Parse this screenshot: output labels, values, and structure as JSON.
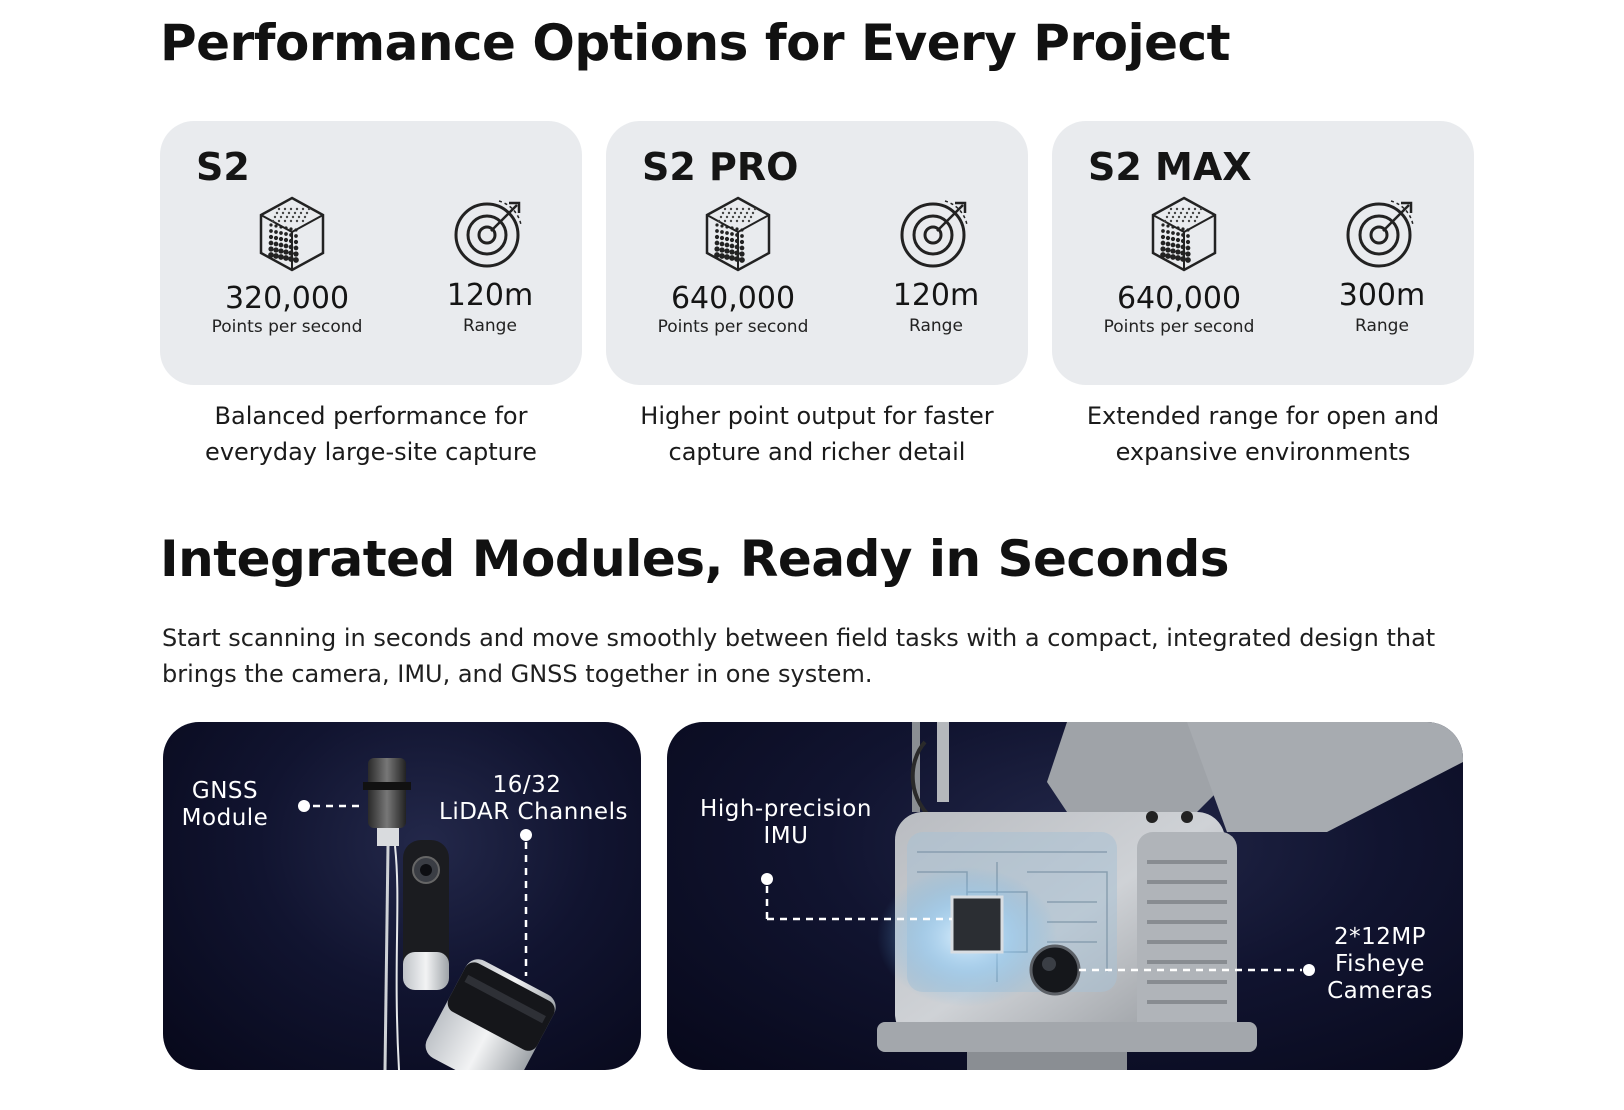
{
  "sections": {
    "performance": {
      "title": "Performance Options for Every Project"
    },
    "modules": {
      "title": "Integrated Modules, Ready in Seconds",
      "intro": "Start scanning in seconds and move smoothly between field tasks with a compact, integrated design that brings the camera, IMU, and GNSS together in one system."
    }
  },
  "models": [
    {
      "name": "S2",
      "points_value": "320,000",
      "points_label": "Points per second",
      "range_value": "120m",
      "range_label": "Range",
      "description": "Balanced performance for everyday large-site capture"
    },
    {
      "name": "S2 PRO",
      "points_value": "640,000",
      "points_label": "Points per second",
      "range_value": "120m",
      "range_label": "Range",
      "description": "Higher point output for faster capture and richer detail"
    },
    {
      "name": "S2 MAX",
      "points_value": "640,000",
      "points_label": "Points per second",
      "range_value": "300m",
      "range_label": "Range",
      "description": "Extended range for open and expansive environments"
    }
  ],
  "panels": {
    "left": {
      "callouts": {
        "gnss": "GNSS\nModule",
        "lidar": "16/32\nLiDAR Channels"
      }
    },
    "right": {
      "callouts": {
        "imu": "High-precision\nIMU",
        "cameras": "2*12MP\nFisheye\nCameras"
      }
    }
  },
  "icons": {
    "points": "point-cloud-cube-icon",
    "range": "range-target-icon"
  },
  "colors": {
    "card_bg": "#e9ebee",
    "panel_bg": "#0c0e24",
    "text": "#111111"
  }
}
